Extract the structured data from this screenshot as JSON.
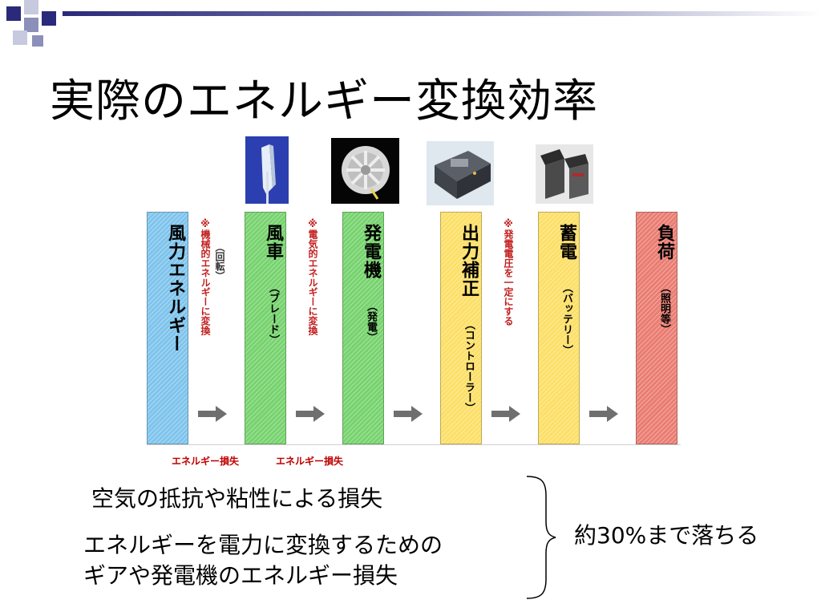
{
  "slide": {
    "title": "実際のエネルギー変換効率"
  },
  "diagram": {
    "boxes": [
      {
        "name": "風力エネルギー",
        "sub": "",
        "color": "#7fc4ec"
      },
      {
        "name": "風車",
        "sub": "（ブレード）",
        "color": "#77d36e"
      },
      {
        "name": "発電機",
        "sub": "（発電）",
        "color": "#77d36e"
      },
      {
        "name": "出力補正",
        "sub": "（コントローラー）",
        "color": "#fcdf67"
      },
      {
        "name": "蓄電",
        "sub": "（バッテリー）",
        "color": "#fcdf67"
      },
      {
        "name": "負荷",
        "sub": "（照明等）",
        "color": "#ea7d72"
      }
    ],
    "notes": {
      "n1a": "※機械的エネルギーに変換",
      "n1b": "（回転）",
      "n2": "※電気的エネルギーに変換",
      "n3": "※発電電圧を一定にする"
    },
    "losses": [
      "エネルギー損失",
      "エネルギー損失"
    ],
    "photos": [
      "blade-photo",
      "generator-photo",
      "controller-photo",
      "battery-photo"
    ]
  },
  "text": {
    "line1": "空気の抵抗や粘性による損失",
    "line2a": "エネルギーを電力に変換するための",
    "line2b": "ギアや発電機のエネルギー損失",
    "result": "約30%まで落ちる"
  }
}
